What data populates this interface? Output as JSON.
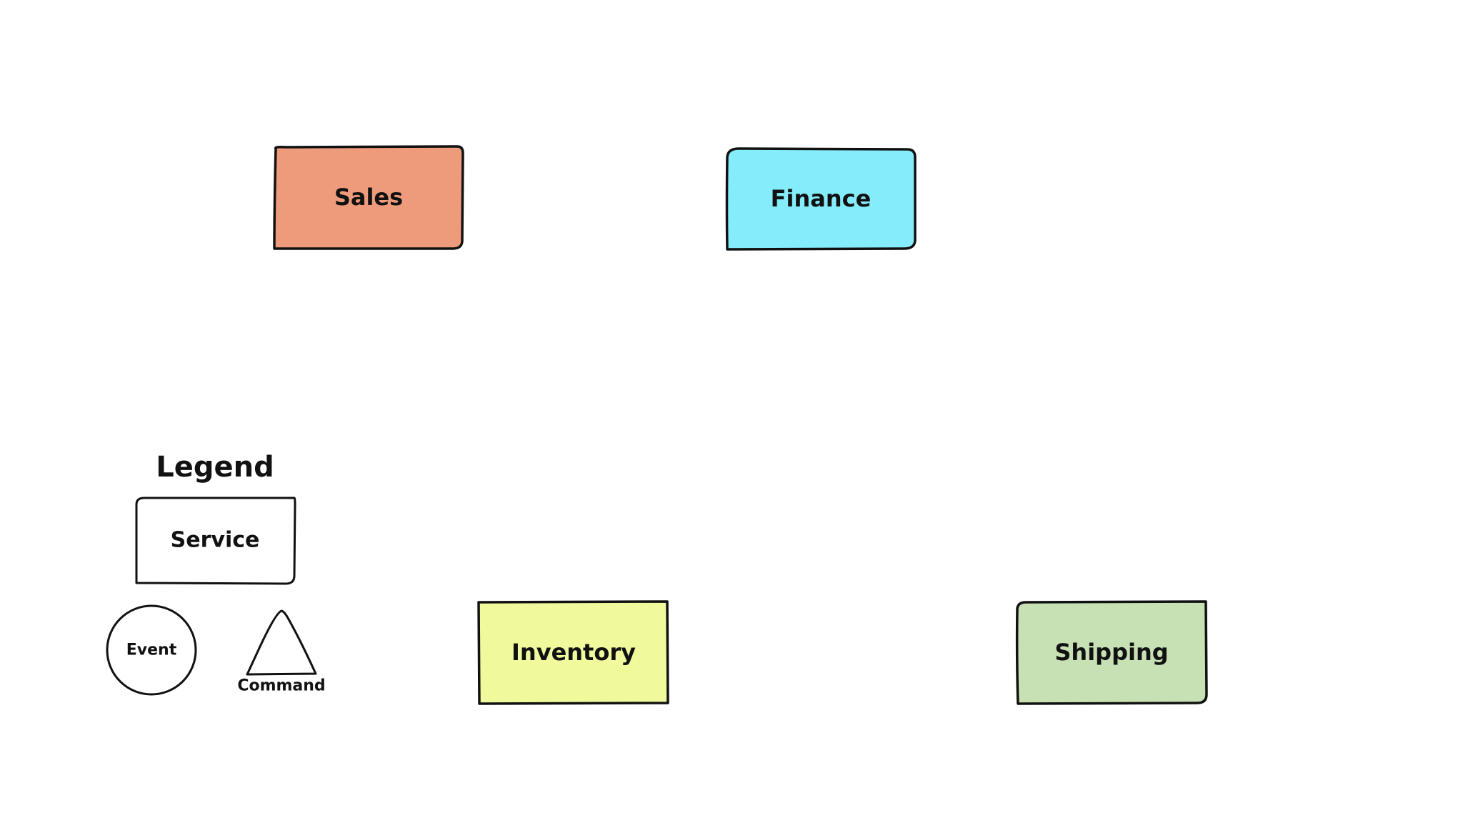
{
  "services": [
    {
      "id": "sales",
      "label": "Sales",
      "color": "#ee9b7b"
    },
    {
      "id": "finance",
      "label": "Finance",
      "color": "#85ecfc"
    },
    {
      "id": "inventory",
      "label": "Inventory",
      "color": "#f1f99d"
    },
    {
      "id": "shipping",
      "label": "Shipping",
      "color": "#c7e1b4"
    }
  ],
  "legend": {
    "title": "Legend",
    "service_label": "Service",
    "event_label": "Event",
    "command_label": "Command"
  },
  "colors": {
    "stroke": "#111111",
    "background": "#ffffff"
  }
}
